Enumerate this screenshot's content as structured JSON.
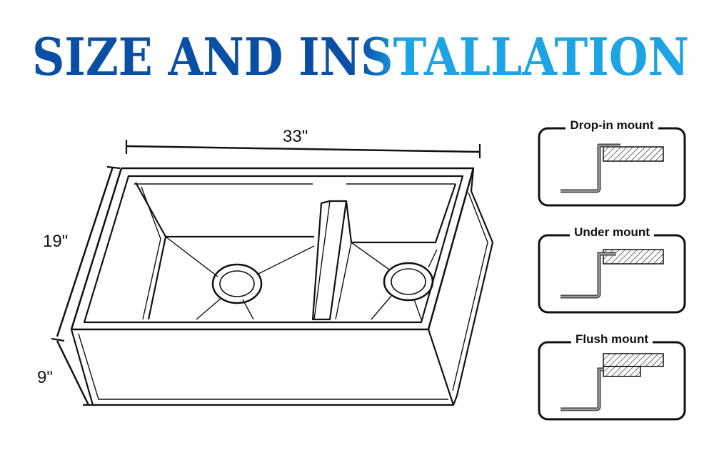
{
  "title": {
    "text": "SIZE AND INSTALLATION",
    "color_dark": "#0a4fa6",
    "color_light": "#1ea3e4"
  },
  "dimensions": {
    "length": "33\"",
    "width": "19\"",
    "depth": "9\""
  },
  "mounts": [
    {
      "label": "Drop-in mount"
    },
    {
      "label": "Under mount"
    },
    {
      "label": "Flush mount"
    }
  ]
}
